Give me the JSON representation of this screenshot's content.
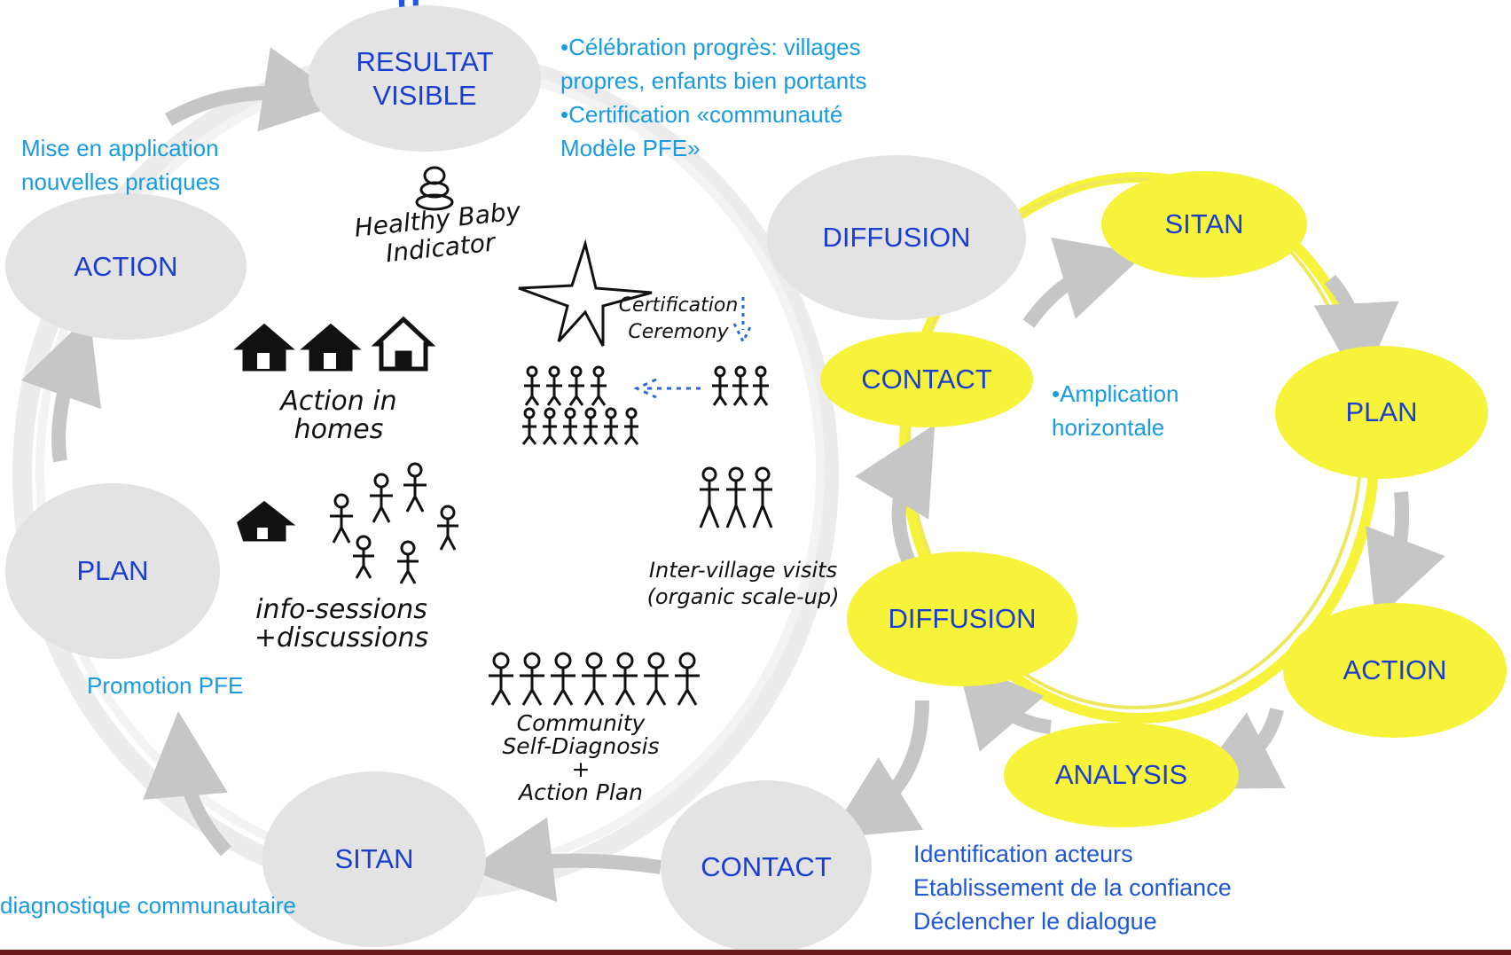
{
  "header": {
    "title_fragment": "g"
  },
  "left_cycle": {
    "nodes": {
      "resultat": "RESULTAT\nVISIBLE",
      "action": "ACTION",
      "plan": "PLAN",
      "sitan": "SITAN",
      "contact": "CONTACT",
      "diffusion": "DIFFUSION"
    }
  },
  "right_cycle": {
    "nodes": {
      "sitan": "SITAN",
      "plan": "PLAN",
      "action": "ACTION",
      "analysis": "ANALYSIS",
      "diffusion": "DIFFUSION",
      "contact": "CONTACT"
    }
  },
  "notes": {
    "celebration": "•Célébration   progrès: villages\npropres, enfants bien portants\n•Certification «communauté\nModèle PFE»",
    "mise_en_application": "Mise en application\nnouvelles pratiques",
    "promotion": "Promotion  PFE",
    "diagnostique": "diagnostique communautaire",
    "amplication": "•Amplication\nhorizontale",
    "contact_notes": "Identification acteurs\nEtablissement de la confiance\nDéclencher le dialogue"
  },
  "sketches": {
    "healthy_baby": "Healthy Baby\nIndicator",
    "certification": "Certification\nCeremony",
    "action_homes": "Action in homes",
    "info_sessions": "info-sessions\n+discussions",
    "inter_village": "Inter-village visits\n(organic scale-up)",
    "community": "Community\nSelf-Diagnosis\n+\nAction Plan"
  },
  "colors": {
    "grey_node": "#e3e3e3",
    "yellow_node": "#f6f33a",
    "node_text": "#1a3fd0",
    "note_text": "#1a9be0",
    "arrow": "#c6c6c6"
  }
}
